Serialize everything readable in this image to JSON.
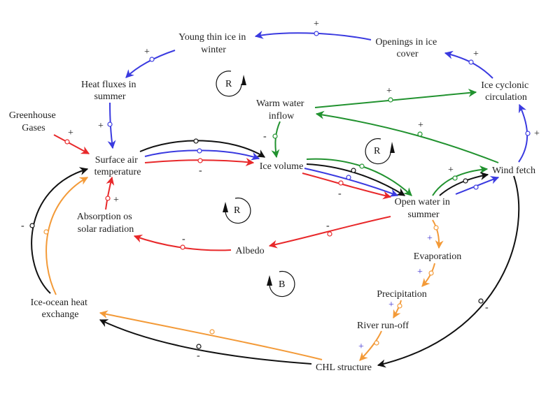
{
  "colors": {
    "blue": "#3a3ae0",
    "red": "#e8282a",
    "green": "#21922f",
    "black": "#111111",
    "orange": "#f39a38"
  },
  "nodes": {
    "young_thin_ice": [
      "Young thin ice in",
      "winter"
    ],
    "openings": [
      "Openings in ice",
      "cover"
    ],
    "heat_fluxes": [
      "Heat fluxes in",
      "summer"
    ],
    "ice_cyclonic": [
      "Ice cyclonic",
      "circulation"
    ],
    "greenhouse": [
      "Greenhouse",
      "Gases"
    ],
    "warm_water": [
      "Warm water",
      "inflow"
    ],
    "surface_air": [
      "Surface air",
      "temperature"
    ],
    "ice_volume": [
      "Ice volume"
    ],
    "wind_fetch": [
      "Wind fetch"
    ],
    "open_water": [
      "Open water in",
      "summer"
    ],
    "absorption": [
      "Absorption os",
      "solar radiation"
    ],
    "albedo": [
      "Albedo"
    ],
    "evaporation": [
      "Evaporation"
    ],
    "precipitation": [
      "Precipitation"
    ],
    "ice_ocean": [
      "Ice-ocean heat",
      "exchange"
    ],
    "river_runoff": [
      "River run-off"
    ],
    "chl": [
      "CHL structure"
    ]
  },
  "loops": [
    {
      "id": "loop-r-top",
      "label": "R"
    },
    {
      "id": "loop-r-right",
      "label": "R"
    },
    {
      "id": "loop-r-center",
      "label": "R"
    },
    {
      "id": "loop-b",
      "label": "B"
    }
  ],
  "edges": [
    {
      "from": "Openings in ice cover",
      "to": "Young thin ice in winter",
      "color": "blue",
      "sign": "+"
    },
    {
      "from": "Young thin ice in winter",
      "to": "Heat fluxes in summer",
      "color": "blue",
      "sign": "+"
    },
    {
      "from": "Heat fluxes in summer",
      "to": "Surface air temperature",
      "color": "blue",
      "sign": "+"
    },
    {
      "from": "Ice cyclonic circulation",
      "to": "Openings in ice cover",
      "color": "blue",
      "sign": "+"
    },
    {
      "from": "Wind fetch",
      "to": "Ice cyclonic circulation",
      "color": "blue",
      "sign": "+"
    },
    {
      "from": "Warm water inflow",
      "to": "Ice cyclonic circulation",
      "color": "green",
      "sign": "+"
    },
    {
      "from": "Wind fetch",
      "to": "Warm water inflow",
      "color": "green",
      "sign": "+"
    },
    {
      "from": "Warm water inflow",
      "to": "Ice volume",
      "color": "green",
      "sign": "-"
    },
    {
      "from": "Greenhouse Gases",
      "to": "Surface air temperature",
      "color": "red",
      "sign": "+"
    },
    {
      "from": "Surface air temperature",
      "to": "Ice volume",
      "color": "black",
      "sign": ""
    },
    {
      "from": "Surface air temperature",
      "to": "Ice volume",
      "color": "blue",
      "sign": ""
    },
    {
      "from": "Surface air temperature",
      "to": "Ice volume",
      "color": "red",
      "sign": "-"
    },
    {
      "from": "Ice volume",
      "to": "Open water in summer",
      "color": "green",
      "sign": ""
    },
    {
      "from": "Ice volume",
      "to": "Open water in summer",
      "color": "black",
      "sign": ""
    },
    {
      "from": "Ice volume",
      "to": "Open water in summer",
      "color": "blue",
      "sign": ""
    },
    {
      "from": "Ice volume",
      "to": "Open water in summer",
      "color": "red",
      "sign": "-"
    },
    {
      "from": "Open water in summer",
      "to": "Wind fetch",
      "color": "green",
      "sign": "+"
    },
    {
      "from": "Open water in summer",
      "to": "Wind fetch",
      "color": "black",
      "sign": ""
    },
    {
      "from": "Open water in summer",
      "to": "Wind fetch",
      "color": "blue",
      "sign": ""
    },
    {
      "from": "Open water in summer",
      "to": "Albedo",
      "color": "red",
      "sign": "-"
    },
    {
      "from": "Albedo",
      "to": "Absorption os solar radiation",
      "color": "red",
      "sign": "-"
    },
    {
      "from": "Absorption os solar radiation",
      "to": "Surface air temperature",
      "color": "red",
      "sign": "+"
    },
    {
      "from": "Open water in summer",
      "to": "Evaporation",
      "color": "orange",
      "sign": "+"
    },
    {
      "from": "Evaporation",
      "to": "Precipitation",
      "color": "orange",
      "sign": "+"
    },
    {
      "from": "Precipitation",
      "to": "River run-off",
      "color": "orange",
      "sign": "+"
    },
    {
      "from": "River run-off",
      "to": "CHL structure",
      "color": "orange",
      "sign": "+"
    },
    {
      "from": "Wind fetch",
      "to": "CHL structure",
      "color": "black",
      "sign": "-"
    },
    {
      "from": "CHL structure",
      "to": "Ice-ocean heat exchange",
      "color": "orange",
      "sign": ""
    },
    {
      "from": "CHL structure",
      "to": "Ice-ocean heat exchange",
      "color": "black",
      "sign": "-"
    },
    {
      "from": "Ice-ocean heat exchange",
      "to": "Surface air temperature",
      "color": "orange",
      "sign": ""
    },
    {
      "from": "Ice-ocean heat exchange",
      "to": "Surface air temperature",
      "color": "black",
      "sign": "-"
    }
  ]
}
